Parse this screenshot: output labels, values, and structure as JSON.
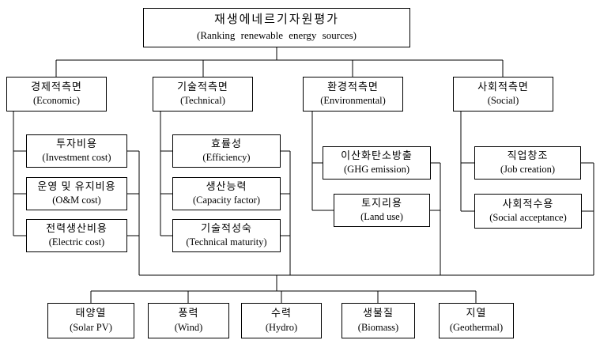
{
  "styles": {
    "background": "#ffffff",
    "line_color": "#000000",
    "box_border_color": "#000000",
    "text_color": "#000000"
  },
  "tree": {
    "root": {
      "ko": "재생에네르기자원평가",
      "en": "(Ranking renewable energy sources)"
    },
    "criteria": [
      {
        "ko": "경제적측면",
        "en": "(Economic)",
        "children": [
          {
            "ko": "투자비용",
            "en": "(Investment cost)"
          },
          {
            "ko": "운영 및 유지비용",
            "en": "(O&M cost)"
          },
          {
            "ko": "전력생산비용",
            "en": "(Electric cost)"
          }
        ]
      },
      {
        "ko": "기술적측면",
        "en": "(Technical)",
        "children": [
          {
            "ko": "효률성",
            "en": "(Efficiency)"
          },
          {
            "ko": "생산능력",
            "en": "(Capacity factor)"
          },
          {
            "ko": "기술적성숙",
            "en": "(Technical maturity)"
          }
        ]
      },
      {
        "ko": "환경적측면",
        "en": "(Environmental)",
        "children": [
          {
            "ko": "이산화탄소방출",
            "en": "(GHG emission)"
          },
          {
            "ko": "토지리용",
            "en": "(Land use)"
          }
        ]
      },
      {
        "ko": "사회적측면",
        "en": "(Social)",
        "children": [
          {
            "ko": "직업창조",
            "en": "(Job creation)"
          },
          {
            "ko": "사회적수용",
            "en": "(Social acceptance)"
          }
        ]
      }
    ],
    "alternatives": [
      {
        "ko": "태양열",
        "en": "(Solar PV)"
      },
      {
        "ko": "풍력",
        "en": "(Wind)"
      },
      {
        "ko": "수력",
        "en": "(Hydro)"
      },
      {
        "ko": "생불질",
        "en": "(Biomass)"
      },
      {
        "ko": "지열",
        "en": "(Geothermal)"
      }
    ]
  }
}
